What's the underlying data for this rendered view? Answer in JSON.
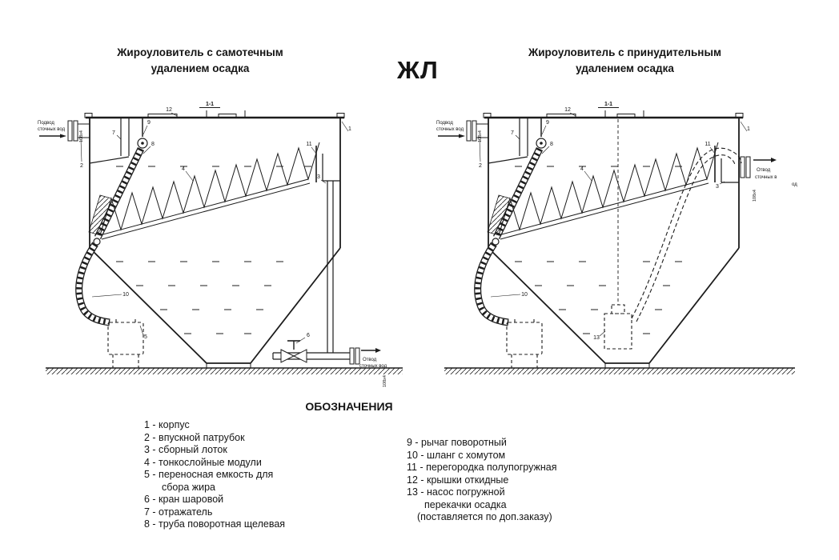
{
  "titles": {
    "left": [
      "Жироуловитель с самотечным",
      "удалением осадка"
    ],
    "center": "ЖЛ",
    "right": [
      "Жироуловитель с принудительным",
      "удалением осадка"
    ]
  },
  "left_diagram": {
    "section_mark": "1-1",
    "inlet": {
      "line1": "Подвод",
      "line2": "сточных вод",
      "pipe_size": "108x4"
    },
    "outlet": {
      "line1": "Отвод",
      "line2": "сточных вод",
      "pipe_size": "108x4"
    },
    "callouts": {
      "c1": "1",
      "c2": "2",
      "c3": "3",
      "c4": "4",
      "c5": "5",
      "c6": "6",
      "c7": "7",
      "c8": "8",
      "c9": "9",
      "c10": "10",
      "c11": "11",
      "c12": "12"
    }
  },
  "right_diagram": {
    "section_mark": "1-1",
    "inlet": {
      "line1": "Подвод",
      "line2": "сточных вод",
      "pipe_size": "108x4"
    },
    "outlet": {
      "line1": "Отвод",
      "line2": "сточных в",
      "line3": "од",
      "pipe_size": "108x4"
    },
    "callouts": {
      "c1": "1",
      "c2": "2",
      "c3": "3",
      "c4": "4",
      "c7": "7",
      "c8": "8",
      "c9": "9",
      "c10": "10",
      "c11": "11",
      "c12": "12",
      "c13": "13"
    }
  },
  "legend": {
    "title": "ОБОЗНАЧЕНИЯ",
    "left_lines": [
      "1 - корпус",
      "2 - впускной патрубок",
      "3 - сборный лоток",
      "4 - тонкослойные модули",
      "5 - переносная емкость для",
      "сбора жира",
      "6 - кран шаровой",
      "7 - отражатель",
      "8 - труба поворотная щелевая"
    ],
    "right_lines": [
      "9 - рычаг поворотный",
      "10 - шланг с хомутом",
      "11 - перегородка полупогружная",
      "12 - крышки откидные",
      "13 - насос погружной",
      "перекачки осадка",
      "(поставляется по доп.заказу)"
    ]
  }
}
